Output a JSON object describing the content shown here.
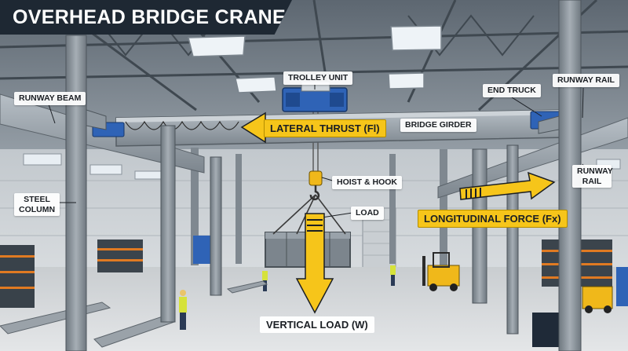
{
  "title": "OVERHEAD BRIDGE CRANE",
  "labels": {
    "trolley_unit": "TROLLEY UNIT",
    "runway_beam": "RUNWAY BEAM",
    "end_truck": "END TRUCK",
    "runway_rail_top": "RUNWAY RAIL",
    "lateral_thrust": "LATERAL THRUST (Fl)",
    "bridge_girder": "BRIDGE GIRDER",
    "hoist_hook": "HOIST & HOOK",
    "steel_column": "STEEL COLUMN",
    "load": "LOAD",
    "runway_rail_right": "RUNWAY RAIL",
    "longitudinal_force": "LONGITUDINAL FORCE (Fx)",
    "vertical_load": "VERTICAL LOAD (W)"
  },
  "colors": {
    "arrow_yellow": "#f6c51a",
    "crane_blue": "#2f63b6",
    "steel": "#8e979f",
    "title_bg": "#1e2833"
  }
}
